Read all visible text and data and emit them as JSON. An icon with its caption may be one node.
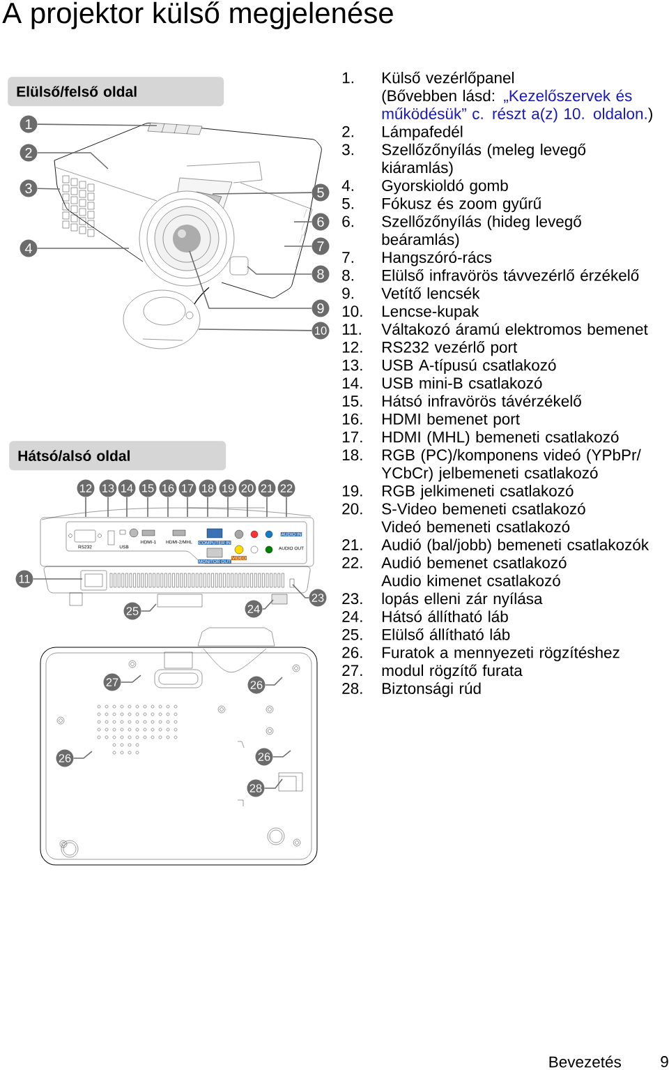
{
  "diagram": {
    "title": "A projektor külső megjelenése",
    "nodes": [
      {
        "text": [
          "Elülső/felső oldal"
        ]
      },
      {
        "text": [
          "1"
        ]
      },
      {
        "text": [
          "2"
        ]
      },
      {
        "text": [
          "3"
        ]
      },
      {
        "text": [
          "4"
        ]
      },
      {
        "text": [
          "5"
        ]
      },
      {
        "text": [
          "6"
        ]
      },
      {
        "text": [
          "7"
        ]
      },
      {
        "text": [
          "8"
        ]
      },
      {
        "text": [
          "9"
        ]
      },
      {
        "text": [
          "10"
        ]
      },
      {
        "text": [
          "Hátsó/alsó oldal"
        ]
      },
      {
        "text": [
          "11"
        ]
      },
      {
        "text": [
          "12"
        ]
      },
      {
        "text": [
          "13"
        ]
      },
      {
        "text": [
          "14"
        ]
      },
      {
        "text": [
          "15"
        ]
      },
      {
        "text": [
          "16"
        ]
      },
      {
        "text": [
          "17"
        ]
      },
      {
        "text": [
          "18"
        ]
      },
      {
        "text": [
          "19"
        ]
      },
      {
        "text": [
          "20"
        ]
      },
      {
        "text": [
          "21"
        ]
      },
      {
        "text": [
          "22"
        ]
      },
      {
        "text": [
          "23"
        ]
      },
      {
        "text": [
          "24"
        ]
      },
      {
        "text": [
          "25"
        ]
      },
      {
        "text": [
          "27"
        ]
      },
      {
        "text": [
          "26"
        ]
      },
      {
        "text": [
          "26"
        ]
      },
      {
        "text": [
          "26"
        ]
      },
      {
        "text": [
          "28"
        ]
      }
    ],
    "edges": [
      {
        "from": 1,
        "to": null,
        "arrow": "none"
      },
      {
        "from": 2,
        "to": null,
        "arrow": "none"
      },
      {
        "from": 3,
        "to": null,
        "arrow": "none"
      },
      {
        "from": 4,
        "to": null,
        "arrow": "none"
      },
      {
        "from": 5,
        "to": null,
        "arrow": "none"
      },
      {
        "from": 6,
        "to": null,
        "arrow": "none"
      },
      {
        "from": 7,
        "to": null,
        "arrow": "none"
      },
      {
        "from": 8,
        "to": null,
        "arrow": "none"
      },
      {
        "from": 9,
        "to": null,
        "arrow": "none"
      },
      {
        "from": 10,
        "to": null,
        "arrow": "none"
      },
      {
        "from": 12,
        "to": null,
        "arrow": "none"
      },
      {
        "from": 13,
        "to": null,
        "arrow": "none"
      },
      {
        "from": 14,
        "to": null,
        "arrow": "none"
      },
      {
        "from": 15,
        "to": null,
        "arrow": "none"
      },
      {
        "from": 16,
        "to": null,
        "arrow": "none"
      },
      {
        "from": 17,
        "to": null,
        "arrow": "none"
      },
      {
        "from": 18,
        "to": null,
        "arrow": "none"
      },
      {
        "from": 19,
        "to": null,
        "arrow": "none"
      },
      {
        "from": 20,
        "to": null,
        "arrow": "none"
      },
      {
        "from": 21,
        "to": null,
        "arrow": "none"
      },
      {
        "from": 22,
        "to": null,
        "arrow": "none"
      },
      {
        "from": 23,
        "to": null,
        "arrow": "none"
      },
      {
        "from": 24,
        "to": null,
        "arrow": "none"
      },
      {
        "from": 25,
        "to": null,
        "arrow": "none"
      },
      {
        "from": 26,
        "to": null,
        "arrow": "none"
      },
      {
        "from": 27,
        "to": null,
        "arrow": "none"
      },
      {
        "from": 28,
        "to": null,
        "arrow": "none"
      },
      {
        "from": 29,
        "to": null,
        "arrow": "none"
      },
      {
        "from": 30,
        "to": null,
        "arrow": "none"
      },
      {
        "from": 31,
        "to": null,
        "arrow": "none"
      }
    ],
    "labels": [
      "1.",
      "Külső vezérlőpanel",
      "(Bővebben lásd:",
      "„Kezelőszervek és működésük” c. részt a(z) 10. oldalon.",
      ")",
      "2.",
      "Lámpafedél",
      "3.",
      "Szellőzőnyílás (meleg levegő kiáramlás)",
      "4.",
      "Gyorskioldó gomb",
      "5.",
      "Fókusz és zoom gyűrű",
      "6.",
      "Szellőzőnyílás (hideg levegő beáramlás)",
      "7.",
      "Hangszóró-rács",
      "8.",
      "Elülső infravörös távvezérlő érzékelő",
      "9.",
      "Vetítő lencsék",
      "10.",
      "Lencse-kupak",
      "11.",
      "Váltakozó áramú elektromos bemenet",
      "12.",
      "RS232 vezérlő port",
      "13.",
      "USB A-típusú csatlakozó",
      "14.",
      "USB mini-B csatlakozó",
      "15.",
      "Hátsó infravörös távérzékelő",
      "16.",
      "HDMI bemenet port",
      "17.",
      "HDMI (MHL) bemeneti csatlakozó",
      "18.",
      "RGB (PC)/komponens videó (YPbPr/ YCbCr) jelbemeneti csatlakozó",
      "19.",
      "RGB jelkimeneti csatlakozó",
      "20.",
      "S-Video bemeneti csatlakozó",
      "Videó bemeneti csatlakozó",
      "21.",
      "Audió (bal/jobb) bemeneti csatlakozók",
      "22.",
      "Audió bemenet csatlakozó",
      "Audio kimenet csatlakozó",
      "23.",
      "lopás elleni zár nyílása",
      "24.",
      "Hátsó állítható láb",
      "25.",
      "Elülső állítható láb",
      "26.",
      "Furatok a mennyezeti rögzítéshez",
      "27.",
      "modul rögzítő furata",
      "28.",
      "Biztonsági rúd",
      "RS232",
      "USB",
      "HDMI-1",
      "HDMI-2/MHL",
      "COMPUTER IN",
      "MONITOR OUT",
      "VIDEO",
      "AUDIO IN",
      "AUDIO OUT",
      "Bevezetés",
      "9"
    ]
  }
}
